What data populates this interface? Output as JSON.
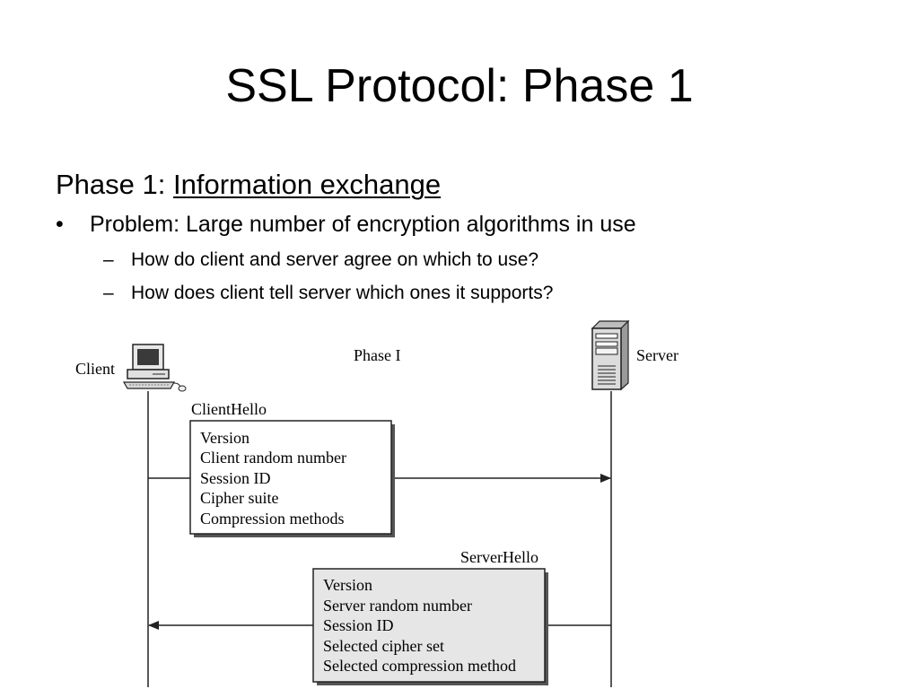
{
  "title": "SSL Protocol: Phase 1",
  "heading": {
    "prefix": "Phase 1: ",
    "underlined": "Information exchange"
  },
  "bullets": [
    {
      "mark": "•",
      "text": "Problem: Large number of encryption algorithms in use",
      "subitems": [
        {
          "mark": "–",
          "text": "How do client and server agree on which to use?"
        },
        {
          "mark": "–",
          "text": "How does client tell server which ones it supports?"
        }
      ]
    }
  ],
  "diagram": {
    "phase_label": "Phase I",
    "client_label": "Client",
    "server_label": "Server",
    "client_hello": {
      "title": "ClientHello",
      "fields": [
        "Version",
        "Client random number",
        "Session ID",
        "Cipher suite",
        "Compression methods"
      ]
    },
    "server_hello": {
      "title": "ServerHello",
      "fields": [
        "Version",
        "Server random number",
        "Session ID",
        "Selected cipher set",
        "Selected compression method"
      ]
    }
  }
}
